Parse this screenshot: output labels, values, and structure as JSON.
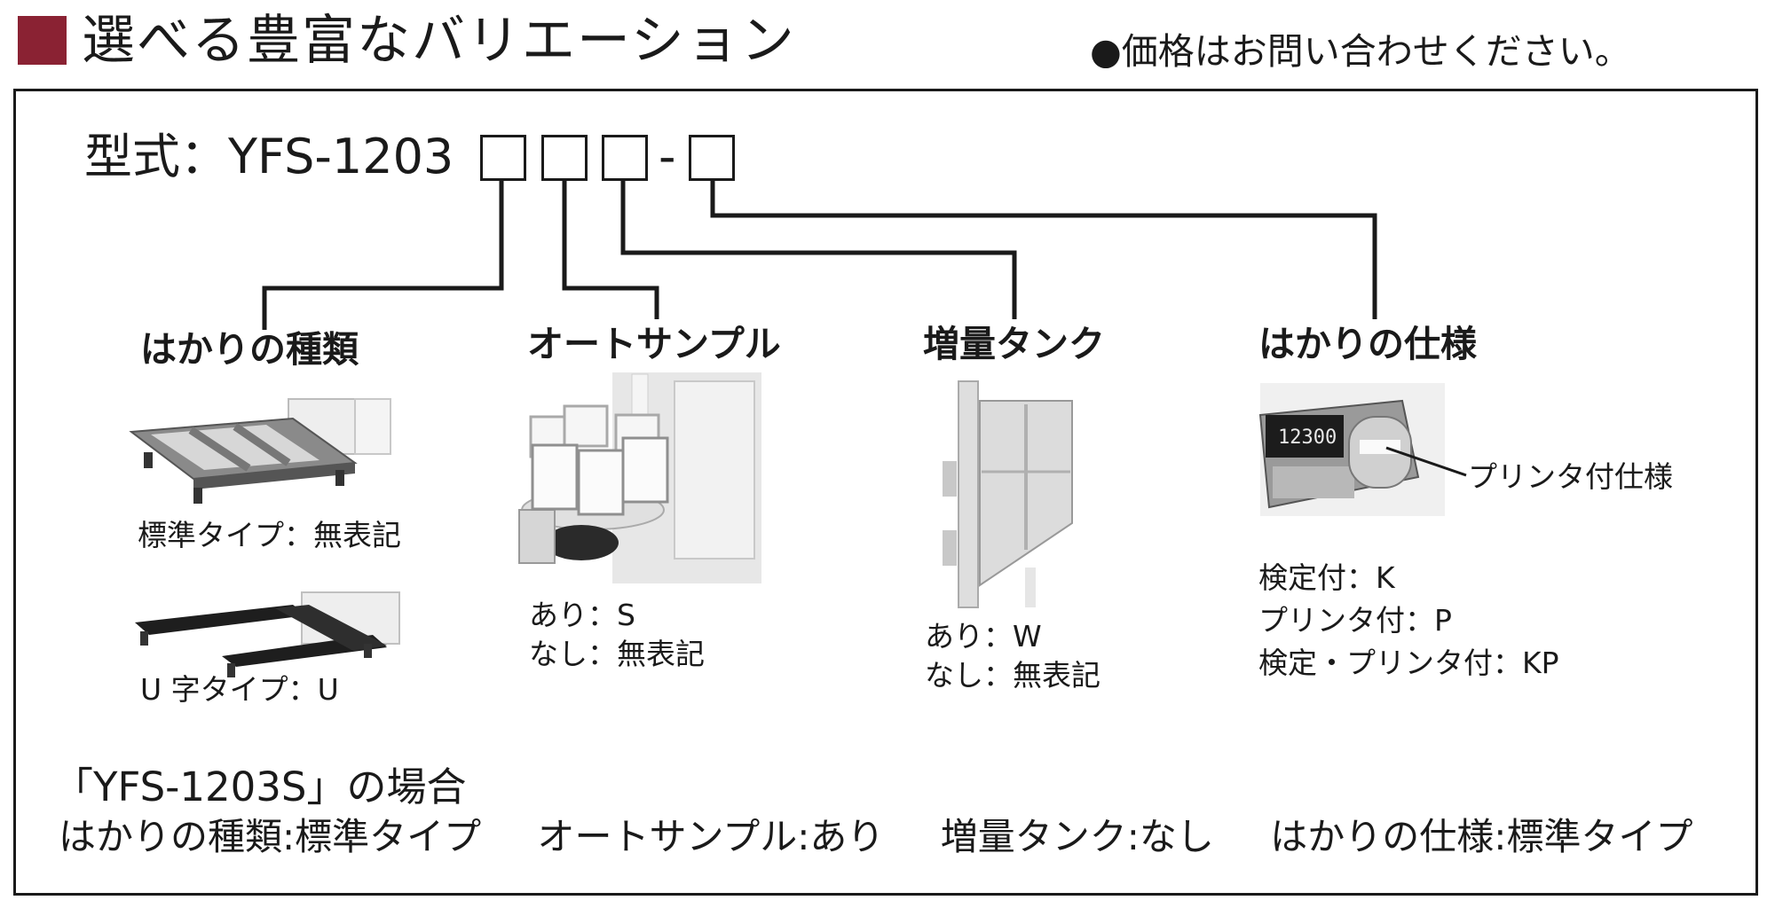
{
  "header": {
    "title": "選べる豊富なバリエーション",
    "price_note": "●価格はお問い合わせください。",
    "accent_color": "#8a2233"
  },
  "model": {
    "label": "型式：YFS-1203",
    "separator": "-"
  },
  "categories": [
    {
      "title": "はかりの種類",
      "options": [
        "標準タイプ：無表記",
        "U 字タイプ：U"
      ]
    },
    {
      "title": "オートサンプル",
      "options": [
        "あり：S",
        "なし：無表記"
      ]
    },
    {
      "title": "増量タンク",
      "options": [
        "あり：W",
        "なし：無表記"
      ]
    },
    {
      "title": "はかりの仕様",
      "callout": "プリンタ付仕様",
      "options": [
        "検定付：K",
        "プリンタ付：P",
        "検定・プリンタ付：KP"
      ]
    }
  ],
  "example": {
    "heading": "「YFS-1203S」の場合",
    "items": [
      "はかりの種類:標準タイプ",
      "オートサンプル:あり",
      "増量タンク:なし",
      "はかりの仕様:標準タイプ"
    ]
  }
}
